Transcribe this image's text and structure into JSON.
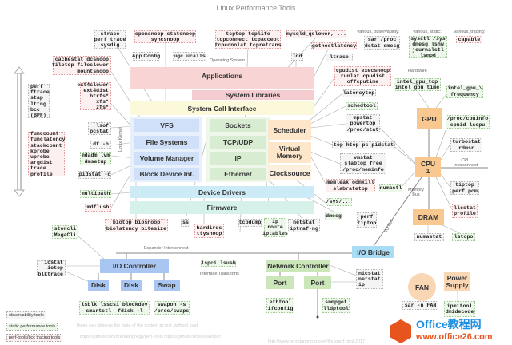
{
  "title": "Linux Performance Tools",
  "labels": {
    "os": "Operating System",
    "kernel": "Linux Kernel",
    "hardware": "Hardware",
    "cpu_interconnect": "CPU\nInterconnect",
    "memory_bus": "Memory\nBus",
    "io_bus": "I/O Bus",
    "expander": "Expander Interconnect",
    "iface_transports": "Interface Transports",
    "various_obs": "Various, observability:",
    "various_static": "Various, static:",
    "various_tracing": "Various, tracing:"
  },
  "layers": {
    "applications": "Applications",
    "system_libraries": "System Libraries",
    "syscall": "System Call Interface",
    "vfs": "VFS",
    "file_systems": "File Systems",
    "volume_manager": "Volume Manager",
    "block_device": "Block Device Int.",
    "sockets": "Sockets",
    "tcp_udp": "TCP/UDP",
    "ip": "IP",
    "ethernet": "Ethernet",
    "scheduler": "Scheduler",
    "virtual_memory": "Virtual\nMemory",
    "clocksource": "Clocksource",
    "device_drivers": "Device Drivers",
    "firmware": "Firmware"
  },
  "hardware": {
    "gpu": "GPU",
    "cpu": "CPU\n1",
    "dram": "DRAM",
    "io_bridge": "I/O Bridge",
    "io_controller": "I/O Controller",
    "disk1": "Disk",
    "disk2": "Disk",
    "swap": "Swap",
    "net_controller": "Network Controller",
    "port1": "Port",
    "port2": "Port",
    "fan": "FAN",
    "psu": "Power\nSupply"
  },
  "tools": {
    "strace": "strace\nperf trace\nsysdig",
    "opensnoop": "opensnoop statsnoop\nsyncsnoop",
    "tcptop": "tcptop tcplife\ntcpconnect tcpaccept\ntcpconnlat tcpretrans",
    "mysqld": "mysqld_qslower, ...",
    "gethost": "gethostlatency",
    "ldd": "ldd",
    "ltrace": "ltrace",
    "appconfig": "App Config",
    "ugc": "ugc ucalls",
    "cachestat": "cachestat dcsnoop\nfiletop fileslower\nmountsnoop",
    "ext4": "ext4slower\next4dist\nbtrfs*\nxfs*\nzfs*",
    "perf": "perf\nftrace\nstap\nlttng\nbcc\n(BPF)",
    "funccount": "funccount\nfunclatency\nstackcount\nkprobe\nuprobe\nargdist\ntrace\nprofile",
    "lsof": "lsof\npcstat",
    "dfh": "df -h",
    "mdadm": "mdadm lvm\ndmsetup",
    "pidstatd": "pidstat -d",
    "multipath": "multipath",
    "mdflush": "mdflush",
    "cpudist": "cpudist execsnoop\nrunlat cpudist\noffcputime",
    "latencytop": "latencytop",
    "schedtool": "schedtool",
    "mpstat": "mpstat\npowertop\n/proc/stat",
    "top": "top htop ps pidstat",
    "vmstat": "vmstat\nslabtop free\n/proc/meminfo",
    "memleak": "memleak oomkill\nslabratetop",
    "sys": "/sys/...",
    "dmesg": "dmesg",
    "perftiptop": "perf\ntiptop",
    "numactl": "numactl",
    "biotop": "biotop biosnoop\nbiolatency bitesize",
    "ss": "ss",
    "hardirqs": "hardirqs\nttysnoop",
    "tcpdump": "tcpdump",
    "iproute": "ip\nroute\niptables",
    "netstat": "netstat\niptraf-ng",
    "sar": "sar /proc\ndstat dmesg",
    "sysctl": "sysctl /sys\ndmesg lshw\njournalctl\nlsmod",
    "capable": "capable",
    "intelgputop": "intel_gpu_top\nintel_gpu_time",
    "intelgpufreq": "intel_gpu_\\\nfrequency",
    "cpuinfo": "/proc/cpuinfo\ncpuid lscpu",
    "turbostat": "turbostat\nrdmsr",
    "tiptoppcm": "tiptop\nperf pcm",
    "llcstat": "llcstat\nprofile",
    "numastat": "numastat",
    "lstopo": "lstopo",
    "storcli": "storcli\nMegaCli",
    "iostat": "iostat\niotop\nblktrace",
    "lsblk": "lsblk lsscsi blockdev\nsmartctl  fdisk -l",
    "swapon": "swapon -s\n/proc/swaps",
    "lspci": "lspci lsusb",
    "nicstat": "nicstat\nnetstat\nip",
    "ethtool": "ethtool\nifconfig",
    "snmpget": "snmpget\nlldptool",
    "sarfan": "sar -n FAN",
    "ipmitool": "ipmitool\ndmidecode"
  },
  "legend": {
    "observability": "observability tools",
    "static": "static performance tools",
    "tracing": "perf-tools/bcc tracing tools"
  },
  "footer": {
    "note": "these can observe the state of the system at rest, without load",
    "urls": "https://github.com/brendangregg/perf-tools   https://github.com/iovisor/bcc",
    "credit": "http://www.brendangregg.com/linuxperf.html 2017"
  },
  "watermark": {
    "brand": "Office教程网",
    "url": "www.office26.com"
  }
}
